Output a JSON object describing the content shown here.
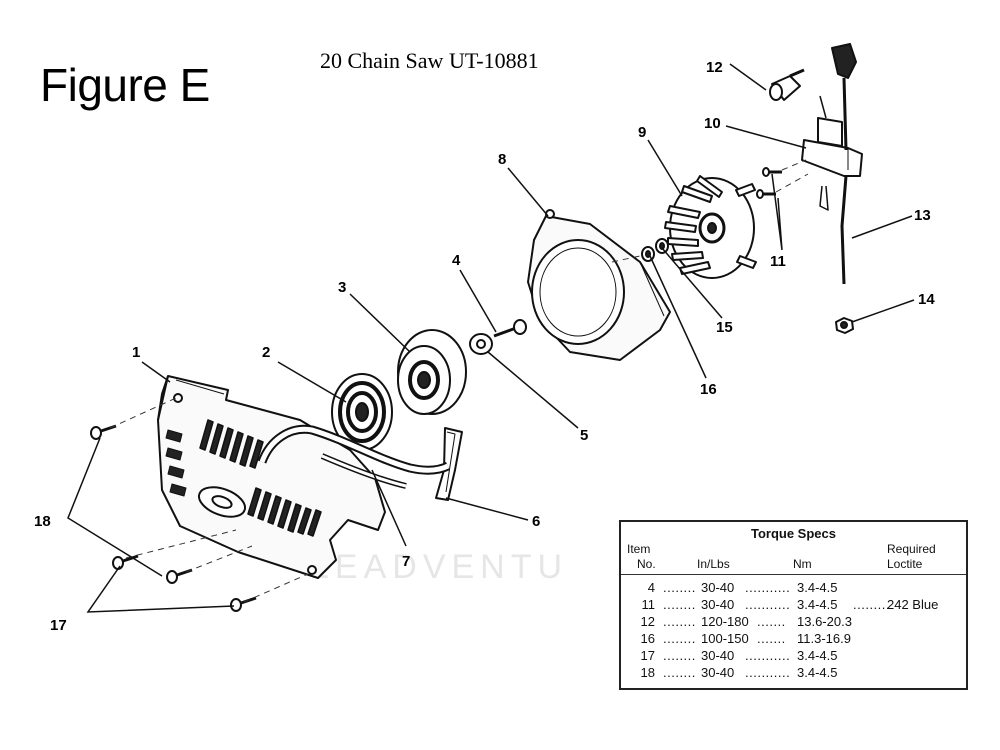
{
  "figure_label": "Figure E",
  "figure_title": "20 Chain Saw UT-10881",
  "watermark": "LEADVENTU",
  "callouts": [
    "1",
    "2",
    "3",
    "4",
    "5",
    "6",
    "7",
    "8",
    "9",
    "10",
    "11",
    "12",
    "13",
    "14",
    "15",
    "16",
    "17",
    "18"
  ],
  "torque_specs": {
    "title": "Torque Specs",
    "headers": {
      "item": [
        "Item",
        "No."
      ],
      "inlbs": "In/Lbs",
      "nm": "Nm",
      "loctite": [
        "Required",
        "Loctite"
      ]
    },
    "rows": [
      {
        "item": "4",
        "inlbs": "30-40",
        "nm": "3.4-4.5",
        "loctite": ""
      },
      {
        "item": "11",
        "inlbs": "30-40",
        "nm": "3.4-4.5",
        "loctite": "242 Blue"
      },
      {
        "item": "12",
        "inlbs": "120-180",
        "nm": "13.6-20.3",
        "loctite": ""
      },
      {
        "item": "16",
        "inlbs": "100-150",
        "nm": "11.3-16.9",
        "loctite": ""
      },
      {
        "item": "17",
        "inlbs": "30-40",
        "nm": "3.4-4.5",
        "loctite": ""
      },
      {
        "item": "18",
        "inlbs": "30-40",
        "nm": "3.4-4.5",
        "loctite": ""
      }
    ]
  }
}
